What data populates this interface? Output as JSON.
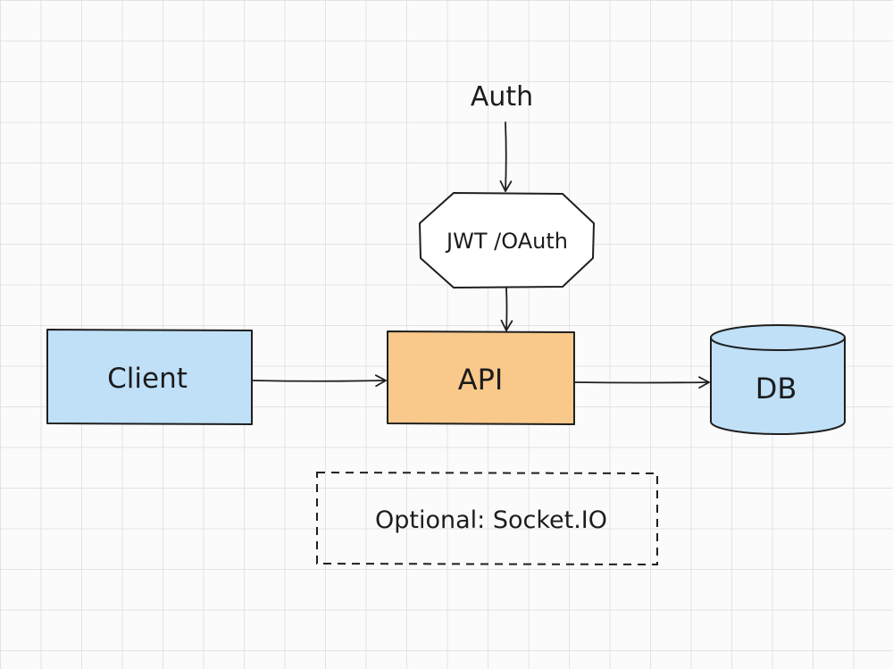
{
  "diagram": {
    "nodes": {
      "auth": {
        "label": "Auth"
      },
      "jwt": {
        "label": "JWT /OAuth"
      },
      "client": {
        "label": "Client"
      },
      "api": {
        "label": "API"
      },
      "db": {
        "label": "DB"
      },
      "socket": {
        "label": "Optional: Socket.IO"
      }
    },
    "edges": [
      {
        "from": "Auth",
        "to": "JWT /OAuth"
      },
      {
        "from": "JWT /OAuth",
        "to": "API"
      },
      {
        "from": "Client",
        "to": "API"
      },
      {
        "from": "API",
        "to": "DB"
      }
    ],
    "colors": {
      "client_fill": "#bfe0f7",
      "api_fill": "#f9c98b",
      "db_fill": "#bfe0f7",
      "jwt_fill": "#ffffff",
      "stroke": "#1f1f1f",
      "grid": "#e3e3e3",
      "background": "#fbfbfb"
    }
  }
}
